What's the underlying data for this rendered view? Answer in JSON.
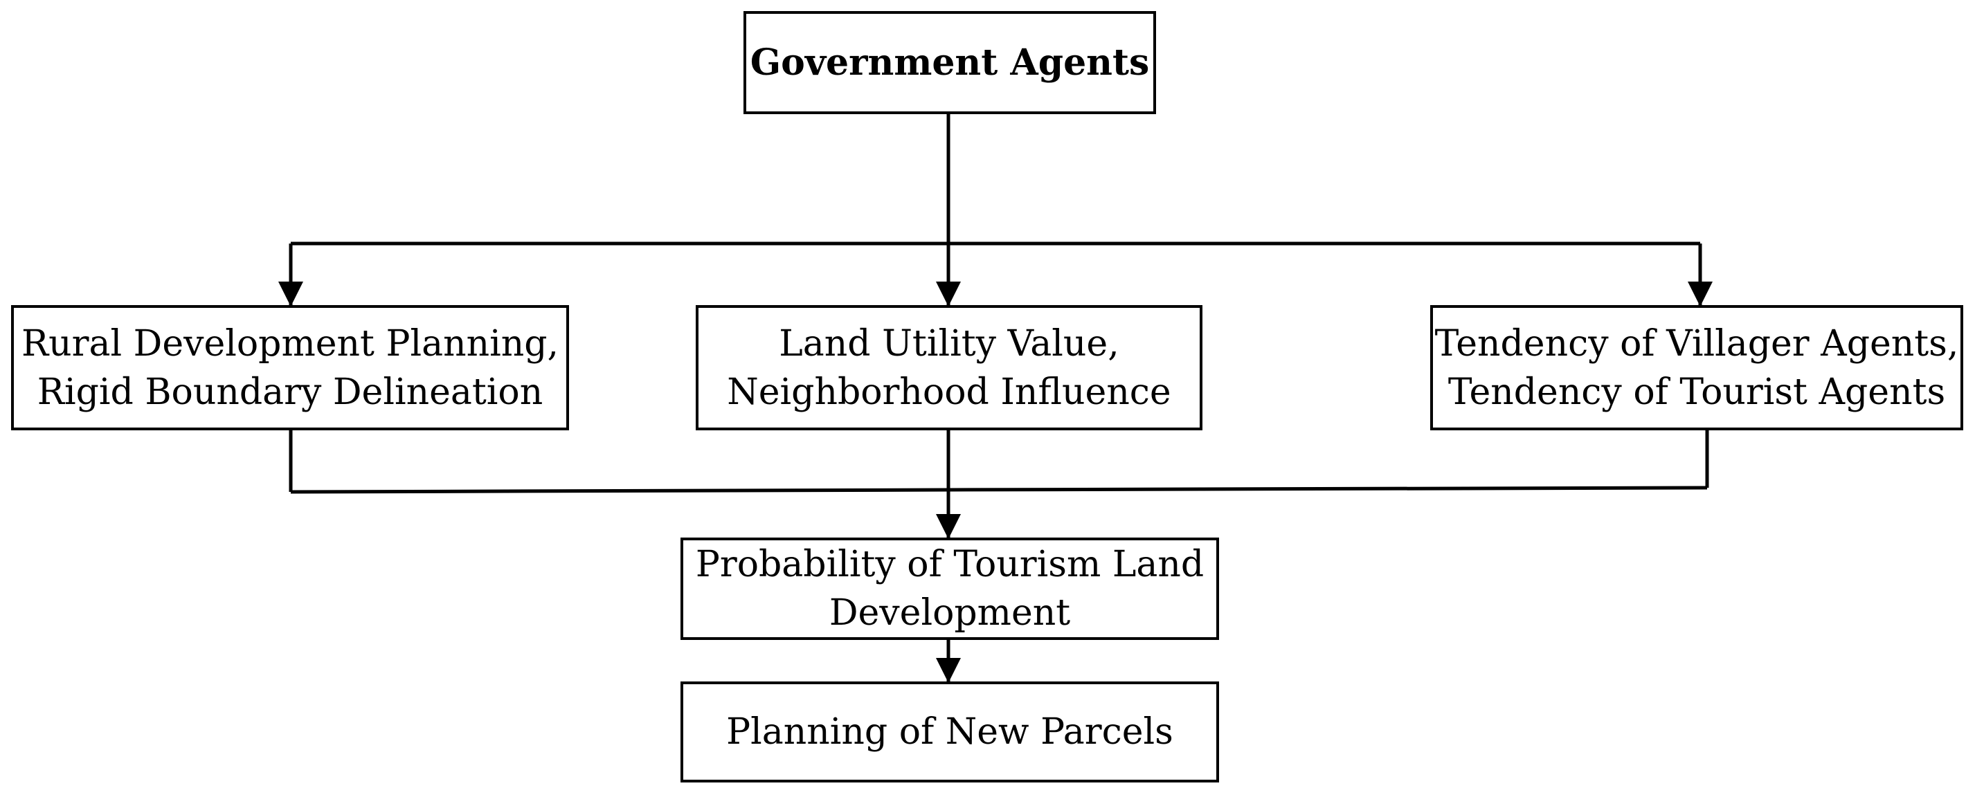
{
  "diagram": {
    "nodes": [
      {
        "id": "government",
        "lines": [
          "Government Agents"
        ]
      },
      {
        "id": "planning",
        "lines": [
          "Rural Development Planning,",
          "Rigid Boundary Delineation"
        ]
      },
      {
        "id": "utility",
        "lines": [
          "Land Utility Value,",
          "Neighborhood Influence"
        ]
      },
      {
        "id": "tendency",
        "lines": [
          "Tendency of Villager Agents,",
          "Tendency of Tourist Agents"
        ]
      },
      {
        "id": "probability",
        "lines": [
          "Probability of Tourism Land",
          "Development"
        ]
      },
      {
        "id": "parcels",
        "lines": [
          "Planning of New Parcels"
        ]
      }
    ],
    "edges": [
      {
        "from": "government",
        "to": "planning"
      },
      {
        "from": "government",
        "to": "utility"
      },
      {
        "from": "government",
        "to": "tendency"
      },
      {
        "from": "planning",
        "to": "probability"
      },
      {
        "from": "utility",
        "to": "probability"
      },
      {
        "from": "tendency",
        "to": "probability"
      },
      {
        "from": "probability",
        "to": "parcels"
      }
    ]
  }
}
